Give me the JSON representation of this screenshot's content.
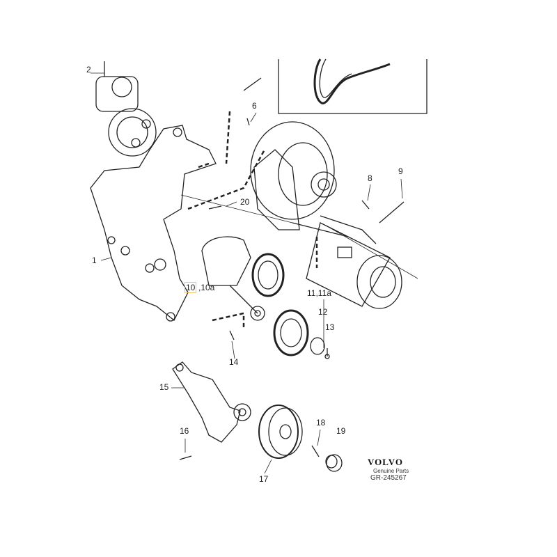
{
  "callouts": {
    "c1": "1",
    "c2": "2",
    "c6": "6",
    "c8": "8",
    "c9": "9",
    "c10": "10",
    "c10a": ",10a",
    "c11": "11,11a",
    "c12": "12",
    "c13": "13",
    "c14": "14",
    "c15": "15",
    "c16": "16",
    "c17": "17",
    "c18": "18",
    "c19": "19",
    "c20": "20"
  },
  "selected_callout": "10",
  "highlight_color": "#f5c36b",
  "brand": {
    "logo": "VOLVO",
    "tagline": "Genuine Parts",
    "drawing_number": "GR-245267"
  }
}
